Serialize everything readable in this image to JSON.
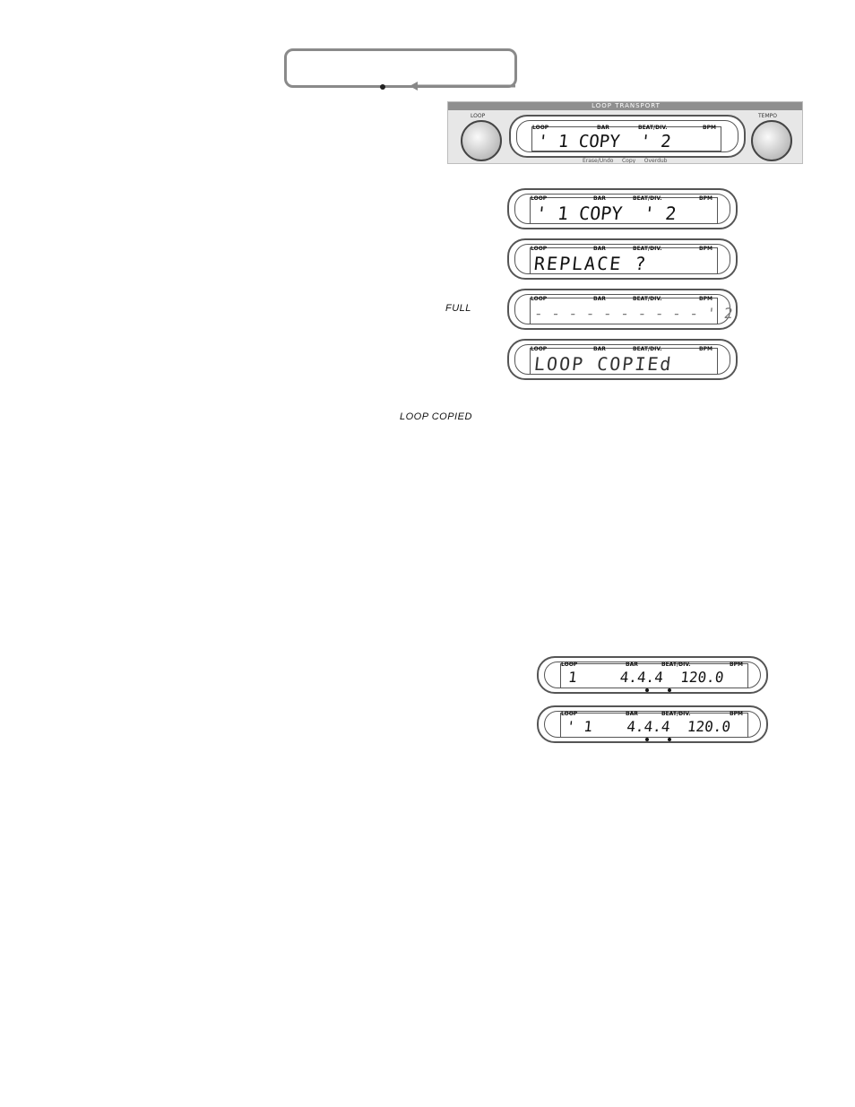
{
  "callout": {
    "arrow": "leftward arrow"
  },
  "transport_panel": {
    "title": "LOOP TRANSPORT",
    "knob_left_label": "LOOP",
    "knob_right_label": "TEMPO",
    "buttons_label": "Erase/Undo     Copy     Overdub",
    "display": {
      "loop": "LOOP",
      "bar": "BAR",
      "beat": "BEAT/DIV.",
      "bpm": "BPM",
      "text": "' 1 COPY  ' 2"
    }
  },
  "displays": [
    {
      "loop": "LOOP",
      "bar": "BAR",
      "beat": "BEAT/DIV.",
      "bpm": "BPM",
      "text": "' 1 COPY  ' 2"
    },
    {
      "loop": "LOOP",
      "bar": "BAR",
      "beat": "BEAT/DIV.",
      "bpm": "BPM",
      "text": "REPLACE ?"
    },
    {
      "loop": "LOOP",
      "bar": "BAR",
      "beat": "BEAT/DIV.",
      "bpm": "BPM",
      "text": "- - - - - - - - - - ' 2"
    },
    {
      "loop": "LOOP",
      "bar": "BAR",
      "beat": "BEAT/DIV.",
      "bpm": "BPM",
      "text": "LOOP COPIEd"
    },
    {
      "loop": "LOOP",
      "bar": "BAR",
      "beat": "BEAT/DIV.",
      "bpm": "BPM",
      "text": "1     4.4.4  120.0"
    },
    {
      "loop": "LOOP",
      "bar": "BAR",
      "beat": "BEAT/DIV.",
      "bpm": "BPM",
      "text": "' 1    4.4.4  120.0"
    }
  ],
  "labels": {
    "full": "FULL",
    "loop_copied": "LOOP COPIED"
  }
}
